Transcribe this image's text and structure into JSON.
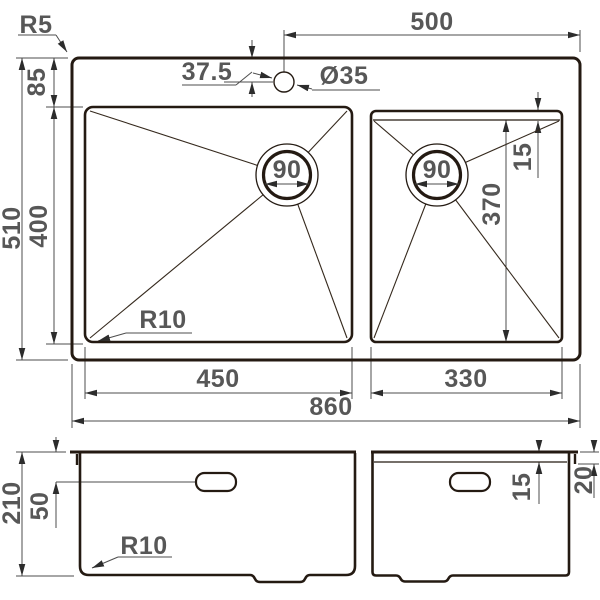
{
  "drawing": {
    "title": "double-bowl-sink-dimension-drawing",
    "colors": {
      "outline": "#241a12",
      "dimension_lines": "#4d4d4d",
      "dimension_text": "#575757",
      "background": "#ffffff"
    },
    "top_view": {
      "labels": {
        "corner_radius": "R5",
        "rim_to_bowl": "85",
        "faucet_offset": "37.5",
        "faucet_diameter": "Ø35",
        "faucet_to_right_edge": "500",
        "overall_depth": "510",
        "left_bowl_depth": "400",
        "left_drain_diameter": "90",
        "right_drain_diameter": "90",
        "right_bowl_depth": "370",
        "right_bowl_step": "15",
        "bowl_corner_radius": "R10",
        "left_bowl_width": "450",
        "right_bowl_width": "330",
        "overall_width": "860"
      }
    },
    "front_view": {
      "labels": {
        "overall_height": "210",
        "overflow_offset": "50",
        "bottom_corner_radius": "R10",
        "right_bowl_step": "15",
        "rim_lip_height": "20"
      }
    }
  }
}
